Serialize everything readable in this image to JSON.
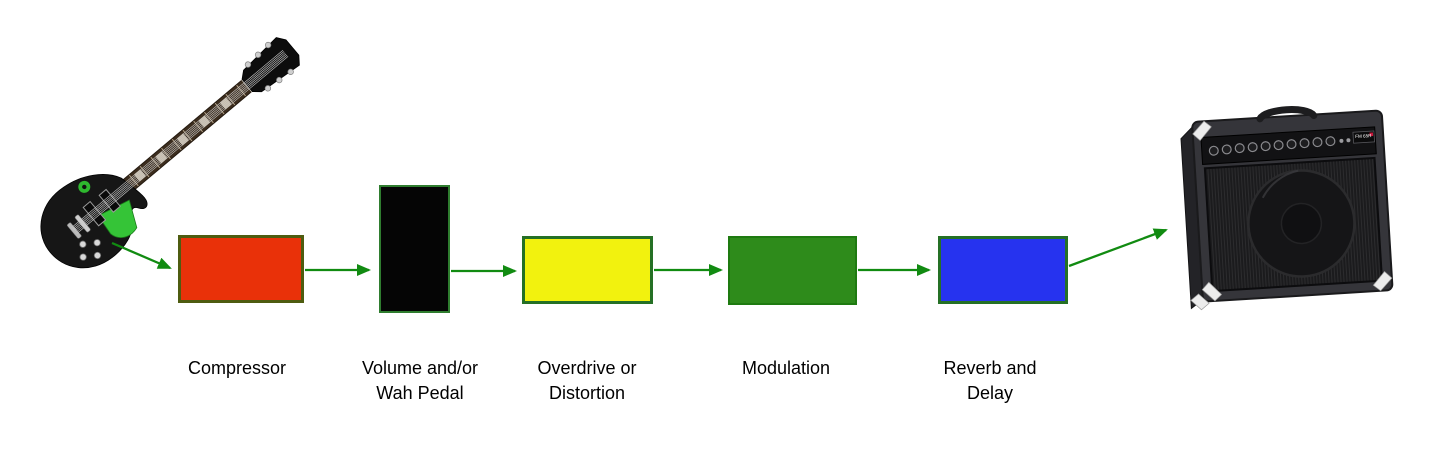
{
  "diagram": {
    "background": "#ffffff",
    "arrow_color": "#118b11",
    "source": {
      "icon": "electric-guitar"
    },
    "sink": {
      "icon": "guitar-amplifier",
      "badge_text": "FM 65R"
    },
    "nodes": [
      {
        "id": "compressor",
        "line1": "Compressor",
        "line2": "",
        "fill": "#e93109",
        "border": "#4e5c10"
      },
      {
        "id": "volume-wah",
        "line1": "Volume and/or",
        "line2": "Wah Pedal",
        "fill": "#050505",
        "border": "#2f7d2f"
      },
      {
        "id": "overdrive-distortion",
        "line1": "Overdrive or",
        "line2": "Distortion",
        "fill": "#f2f20e",
        "border": "#257025"
      },
      {
        "id": "modulation",
        "line1": "Modulation",
        "line2": "",
        "fill": "#2e8b1b",
        "border": "#1e7a10"
      },
      {
        "id": "reverb-delay",
        "line1": "Reverb and",
        "line2": "Delay",
        "fill": "#2633ef",
        "border": "#257025"
      }
    ]
  }
}
